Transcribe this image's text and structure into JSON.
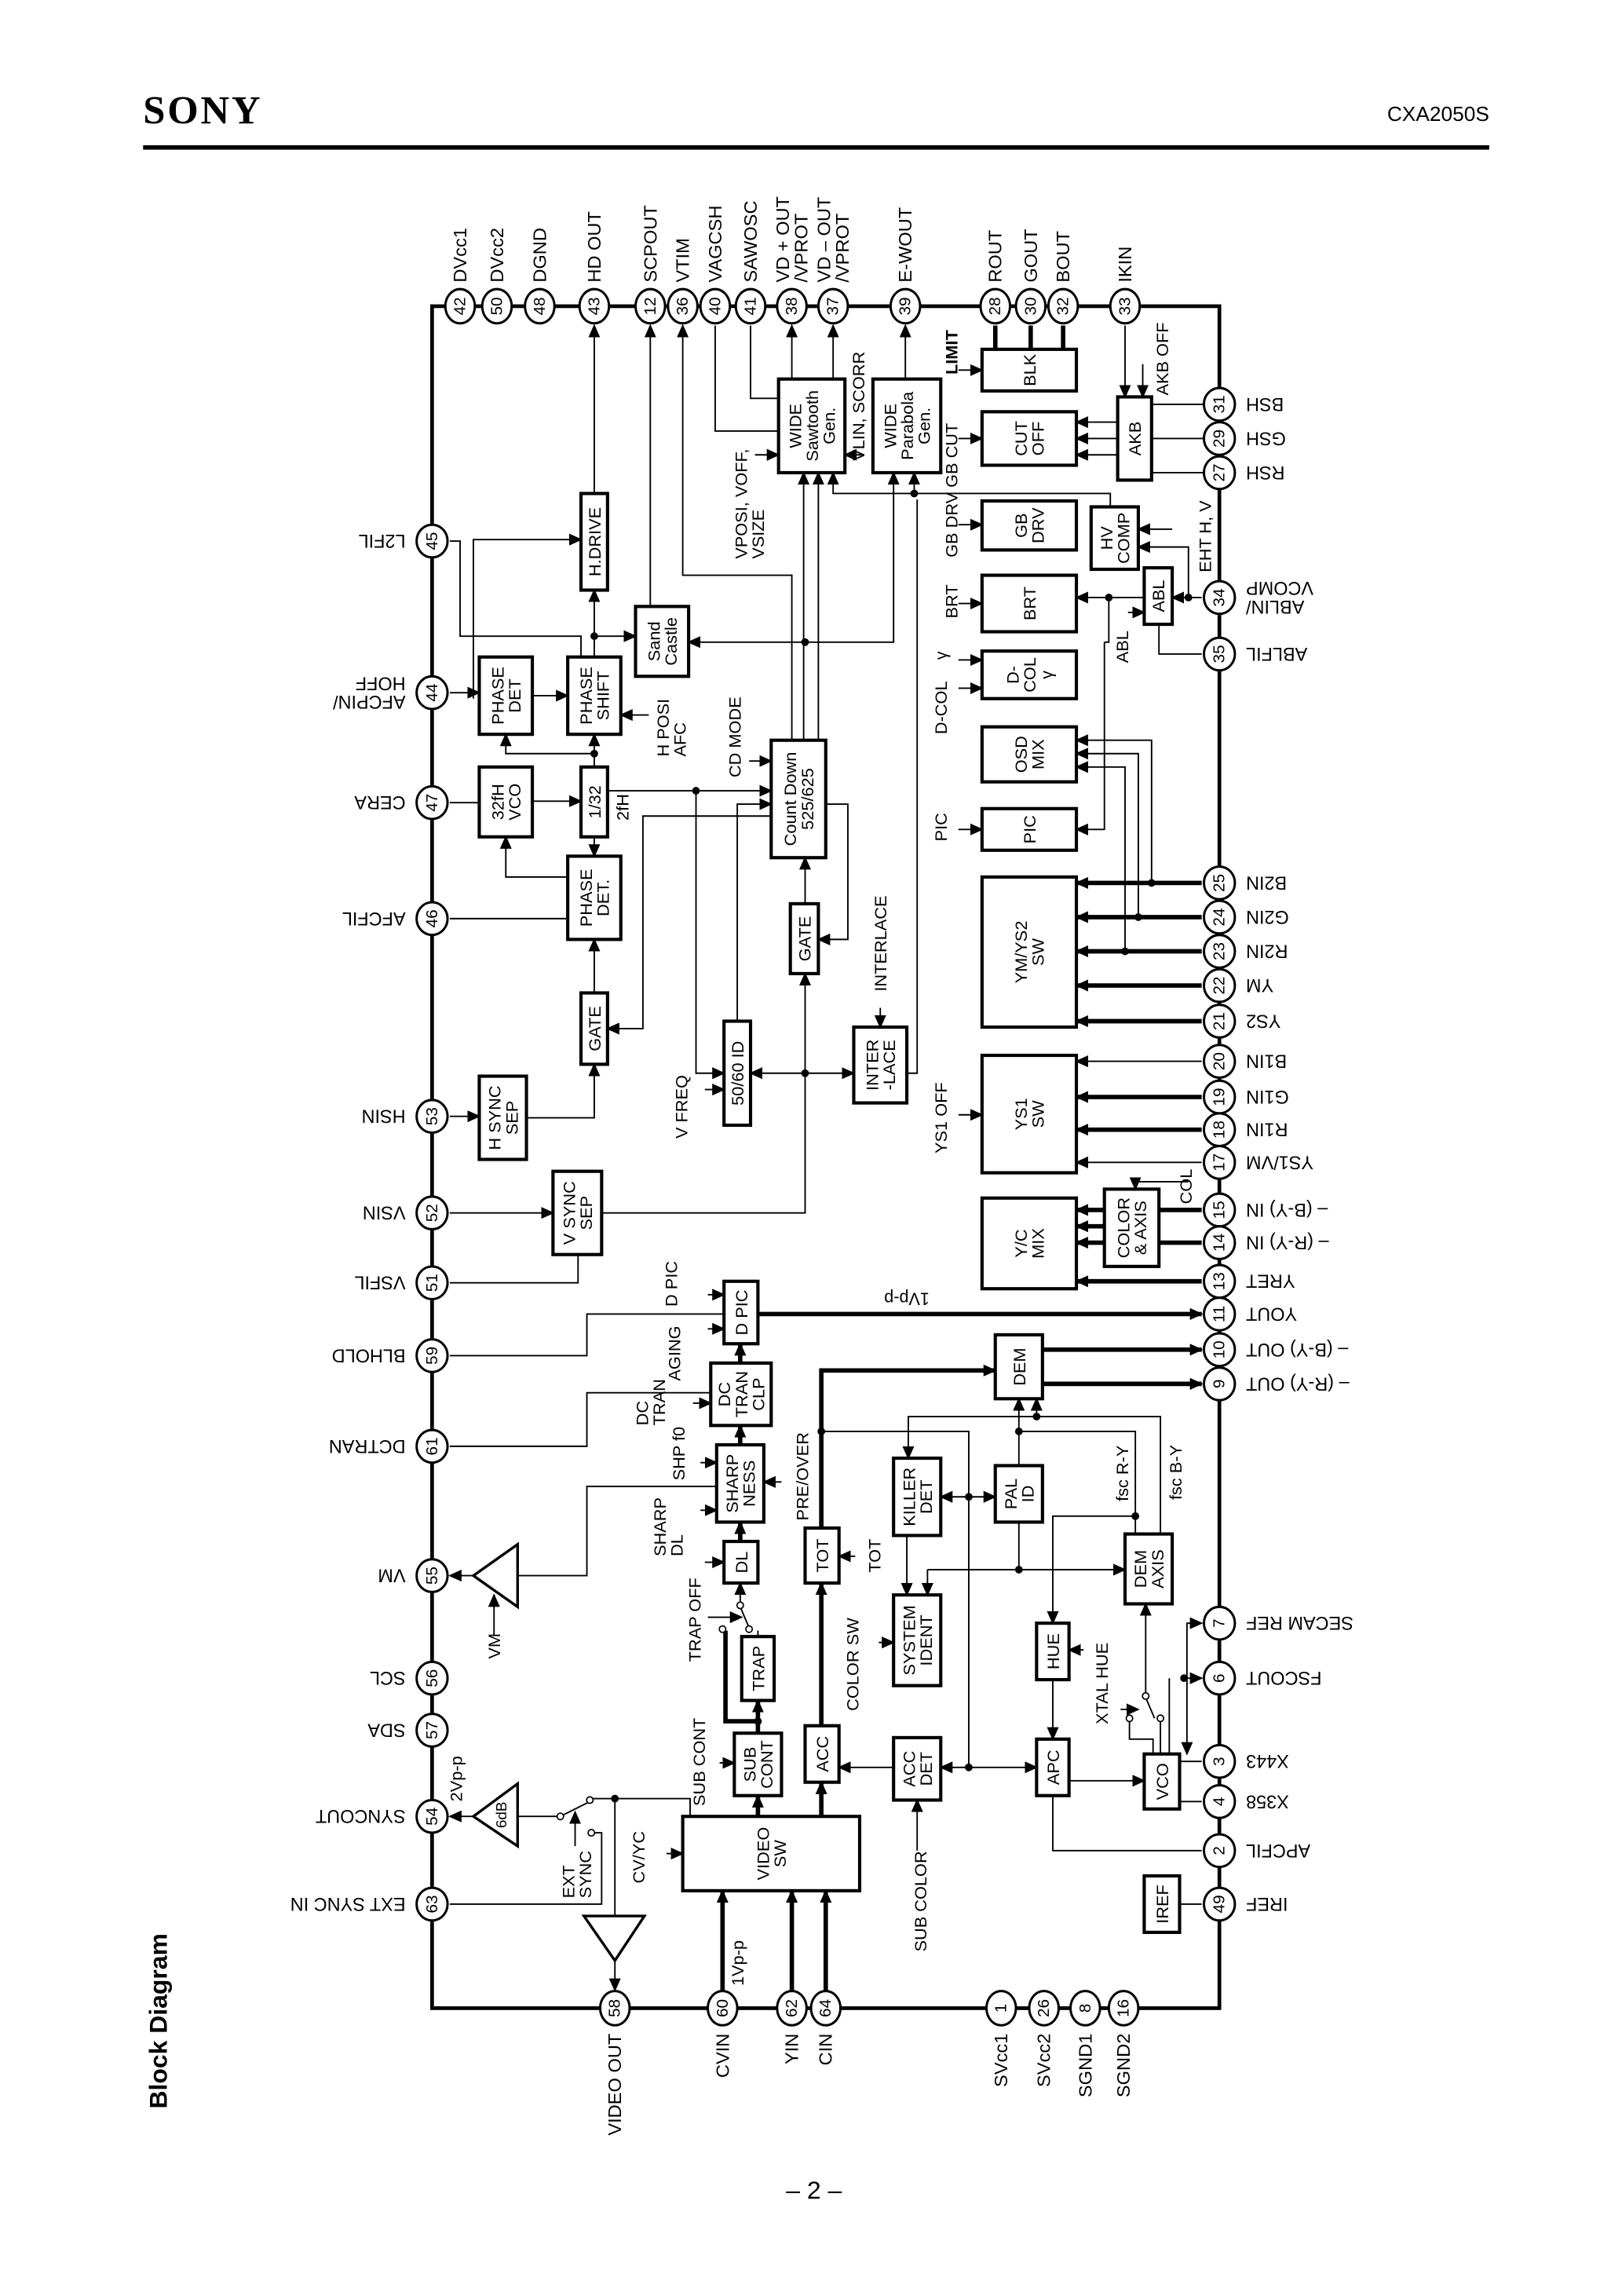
{
  "header": {
    "brand": "SONY",
    "part_number": "CXA2050S"
  },
  "title": "Block Diagram",
  "page_number": "– 2 –",
  "colors": {
    "ink": "#000000",
    "paper": "#ffffff"
  },
  "pins": {
    "top": [
      {
        "num": "42",
        "label": [
          "DVcc1"
        ]
      },
      {
        "num": "50",
        "label": [
          "DVcc2"
        ]
      },
      {
        "num": "48",
        "label": [
          "DGND"
        ]
      },
      {
        "num": "43",
        "label": [
          "HD OUT"
        ]
      },
      {
        "num": "12",
        "label": [
          "SCPOUT"
        ]
      },
      {
        "num": "36",
        "label": [
          "VTIM"
        ]
      },
      {
        "num": "40",
        "label": [
          "VAGCSH"
        ]
      },
      {
        "num": "41",
        "label": [
          "SAWOSC"
        ]
      },
      {
        "num": "38",
        "label": [
          "VD + OUT",
          "/VPROT"
        ]
      },
      {
        "num": "37",
        "label": [
          "VD – OUT",
          "/VPROT"
        ]
      },
      {
        "num": "39",
        "label": [
          "E-WOUT"
        ]
      },
      {
        "num": "28",
        "label": [
          "ROUT"
        ]
      },
      {
        "num": "30",
        "label": [
          "GOUT"
        ]
      },
      {
        "num": "32",
        "label": [
          "BOUT"
        ]
      },
      {
        "num": "33",
        "label": [
          "IKIN"
        ]
      }
    ],
    "right": [
      {
        "num": "31",
        "label": [
          "BSH"
        ]
      },
      {
        "num": "29",
        "label": [
          "GSH"
        ]
      },
      {
        "num": "27",
        "label": [
          "RSH"
        ]
      },
      {
        "num": "34",
        "label": [
          "ABLIN/",
          "VCOMP"
        ]
      },
      {
        "num": "35",
        "label": [
          "ABLFIL"
        ]
      },
      {
        "num": "25",
        "label": [
          "B2IN"
        ]
      },
      {
        "num": "24",
        "label": [
          "G2IN"
        ]
      },
      {
        "num": "23",
        "label": [
          "R2IN"
        ]
      },
      {
        "num": "22",
        "label": [
          "YM"
        ]
      },
      {
        "num": "21",
        "label": [
          "YS2"
        ]
      },
      {
        "num": "20",
        "label": [
          "B1IN"
        ]
      },
      {
        "num": "19",
        "label": [
          "G1IN"
        ]
      },
      {
        "num": "18",
        "label": [
          "R1IN"
        ]
      },
      {
        "num": "17",
        "label": [
          "YS1/VM"
        ]
      },
      {
        "num": "15",
        "label": [
          "– (B-Y) IN"
        ]
      },
      {
        "num": "14",
        "label": [
          "– (R-Y) IN"
        ]
      },
      {
        "num": "13",
        "label": [
          "YRET"
        ]
      },
      {
        "num": "11",
        "label": [
          "YOUT"
        ]
      },
      {
        "num": "10",
        "label": [
          "– (B-Y) OUT"
        ]
      },
      {
        "num": "9",
        "label": [
          "– (R-Y) OUT"
        ]
      },
      {
        "num": "7",
        "label": [
          "SECAM REF"
        ]
      },
      {
        "num": "6",
        "label": [
          "FSCOUT"
        ]
      },
      {
        "num": "3",
        "label": [
          "X443"
        ]
      },
      {
        "num": "4",
        "label": [
          "X358"
        ]
      },
      {
        "num": "2",
        "label": [
          "APCFIL"
        ]
      },
      {
        "num": "49",
        "label": [
          "IREF"
        ]
      }
    ],
    "left": [
      {
        "num": "45",
        "label": [
          "L2FIL"
        ]
      },
      {
        "num": "44",
        "label": [
          "AFCPIN/",
          "HOFF"
        ]
      },
      {
        "num": "47",
        "label": [
          "CERA"
        ]
      },
      {
        "num": "46",
        "label": [
          "AFCFIL"
        ]
      },
      {
        "num": "53",
        "label": [
          "HSIN"
        ]
      },
      {
        "num": "52",
        "label": [
          "VSIN"
        ]
      },
      {
        "num": "51",
        "label": [
          "VSFIL"
        ]
      },
      {
        "num": "59",
        "label": [
          "BLHOLD"
        ]
      },
      {
        "num": "61",
        "label": [
          "DCTRAN"
        ]
      },
      {
        "num": "55",
        "label": [
          "VM"
        ]
      },
      {
        "num": "56",
        "label": [
          "SCL"
        ]
      },
      {
        "num": "57",
        "label": [
          "SDA"
        ]
      },
      {
        "num": "54",
        "label": [
          "SYNCOUT"
        ]
      },
      {
        "num": "63",
        "label": [
          "EXT SYNC IN"
        ]
      }
    ],
    "bottom": [
      {
        "num": "58",
        "label": [
          "VIDEO OUT"
        ]
      },
      {
        "num": "60",
        "label": [
          "CVIN"
        ]
      },
      {
        "num": "62",
        "label": [
          "YIN"
        ]
      },
      {
        "num": "64",
        "label": [
          "CIN"
        ]
      },
      {
        "num": "1",
        "label": [
          "SVcc1"
        ]
      },
      {
        "num": "26",
        "label": [
          "SVcc2"
        ]
      },
      {
        "num": "8",
        "label": [
          "SGND1"
        ]
      },
      {
        "num": "16",
        "label": [
          "SGND2"
        ]
      }
    ]
  },
  "blocks": [
    {
      "lines": [
        "WIDE",
        "Sawtooth",
        "Gen."
      ]
    },
    {
      "lines": [
        "WIDE",
        "Parabola",
        "Gen."
      ]
    },
    {
      "lines": [
        "BLK"
      ]
    },
    {
      "lines": [
        "CUT",
        "OFF"
      ]
    },
    {
      "lines": [
        "AKB"
      ]
    },
    {
      "lines": [
        "GB",
        "DRV"
      ]
    },
    {
      "lines": [
        "HV",
        "COMP"
      ]
    },
    {
      "lines": [
        "BRT"
      ]
    },
    {
      "lines": [
        "ABL"
      ]
    },
    {
      "lines": [
        "H.DRIVE"
      ]
    },
    {
      "lines": [
        "Sand",
        "Castle"
      ]
    },
    {
      "lines": [
        "PHASE",
        "DET"
      ]
    },
    {
      "lines": [
        "PHASE",
        "SHIFT"
      ]
    },
    {
      "lines": [
        "32fH",
        "VCO"
      ]
    },
    {
      "lines": [
        "1/32"
      ]
    },
    {
      "lines": [
        "PHASE",
        "DET."
      ]
    },
    {
      "lines": [
        "Count Down",
        "525/625"
      ]
    },
    {
      "lines": [
        "GATE"
      ]
    },
    {
      "lines": [
        "GATE"
      ]
    },
    {
      "lines": [
        "50/60 ID"
      ]
    },
    {
      "lines": [
        "INTER",
        "-LACE"
      ]
    },
    {
      "lines": [
        "D-",
        "COL",
        "γ"
      ]
    },
    {
      "lines": [
        "OSD",
        "MIX"
      ]
    },
    {
      "lines": [
        "PIC"
      ]
    },
    {
      "lines": [
        "YM/YS2",
        "SW"
      ]
    },
    {
      "lines": [
        "YS1",
        "SW"
      ]
    },
    {
      "lines": [
        "Y/C",
        "MIX"
      ]
    },
    {
      "lines": [
        "COLOR",
        "& AXIS"
      ]
    },
    {
      "lines": [
        "H SYNC",
        "SEP"
      ]
    },
    {
      "lines": [
        "V SYNC",
        "SEP"
      ]
    },
    {
      "lines": [
        "D PIC"
      ]
    },
    {
      "lines": [
        "DC",
        "TRAN",
        "CLP"
      ]
    },
    {
      "lines": [
        "DEM"
      ]
    },
    {
      "lines": [
        "SHARP",
        "NESS"
      ]
    },
    {
      "lines": [
        "KILLER",
        "DET"
      ]
    },
    {
      "lines": [
        "PAL",
        "ID"
      ]
    },
    {
      "lines": [
        "TOT"
      ]
    },
    {
      "lines": [
        "DL"
      ]
    },
    {
      "lines": [
        "DEM",
        "AXIS"
      ]
    },
    {
      "lines": [
        "SYSTEM",
        "IDENT"
      ]
    },
    {
      "lines": [
        "HUE"
      ]
    },
    {
      "lines": [
        "TRAP"
      ]
    },
    {
      "lines": [
        "SUB",
        "CONT"
      ]
    },
    {
      "lines": [
        "ACC"
      ]
    },
    {
      "lines": [
        "ACC",
        "DET"
      ]
    },
    {
      "lines": [
        "APC"
      ]
    },
    {
      "lines": [
        "VCO"
      ]
    },
    {
      "lines": [
        "VIDEO",
        "SW"
      ]
    },
    {
      "lines": [
        "IREF"
      ]
    }
  ],
  "signal_labels": [
    {
      "lines": [
        "VPOSI, VOFF,",
        "VSIZE"
      ]
    },
    {
      "lines": [
        "VLIN, SCORR"
      ]
    },
    {
      "lines": [
        "LIMIT"
      ]
    },
    {
      "lines": [
        "GB CUT"
      ]
    },
    {
      "lines": [
        "GB DRV"
      ]
    },
    {
      "lines": [
        "BRT"
      ]
    },
    {
      "lines": [
        "AKB OFF"
      ]
    },
    {
      "lines": [
        "EHT H, V"
      ]
    },
    {
      "lines": [
        "ABL"
      ]
    },
    {
      "lines": [
        "γ"
      ]
    },
    {
      "lines": [
        "D-COL"
      ]
    },
    {
      "lines": [
        "H POSI",
        "AFC"
      ]
    },
    {
      "lines": [
        "CD MODE"
      ]
    },
    {
      "lines": [
        "2fH"
      ]
    },
    {
      "lines": [
        "PIC"
      ]
    },
    {
      "lines": [
        "INTERLACE"
      ]
    },
    {
      "lines": [
        "V FREQ"
      ]
    },
    {
      "lines": [
        "YS1 OFF"
      ]
    },
    {
      "lines": [
        "COL"
      ]
    },
    {
      "lines": [
        "D PIC"
      ]
    },
    {
      "lines": [
        "1Vp-p"
      ]
    },
    {
      "lines": [
        "AGING"
      ]
    },
    {
      "lines": [
        "DC",
        "TRAN"
      ]
    },
    {
      "lines": [
        "SHP f0"
      ]
    },
    {
      "lines": [
        "SHARP",
        "DL"
      ]
    },
    {
      "lines": [
        "PRE/OVER"
      ]
    },
    {
      "lines": [
        "TOT"
      ]
    },
    {
      "lines": [
        "TRAP OFF"
      ]
    },
    {
      "lines": [
        "VM"
      ]
    },
    {
      "lines": [
        "fsc R-Y"
      ]
    },
    {
      "lines": [
        "fsc B-Y"
      ]
    },
    {
      "lines": [
        "COLOR SW"
      ]
    },
    {
      "lines": [
        "XTAL HUE"
      ]
    },
    {
      "lines": [
        "SUB CONT"
      ]
    },
    {
      "lines": [
        "2Vp-p"
      ]
    },
    {
      "lines": [
        "EXT",
        "SYNC"
      ]
    },
    {
      "lines": [
        "CV/YC"
      ]
    },
    {
      "lines": [
        "SUB COLOR"
      ]
    },
    {
      "lines": [
        "1Vp-p"
      ]
    }
  ]
}
